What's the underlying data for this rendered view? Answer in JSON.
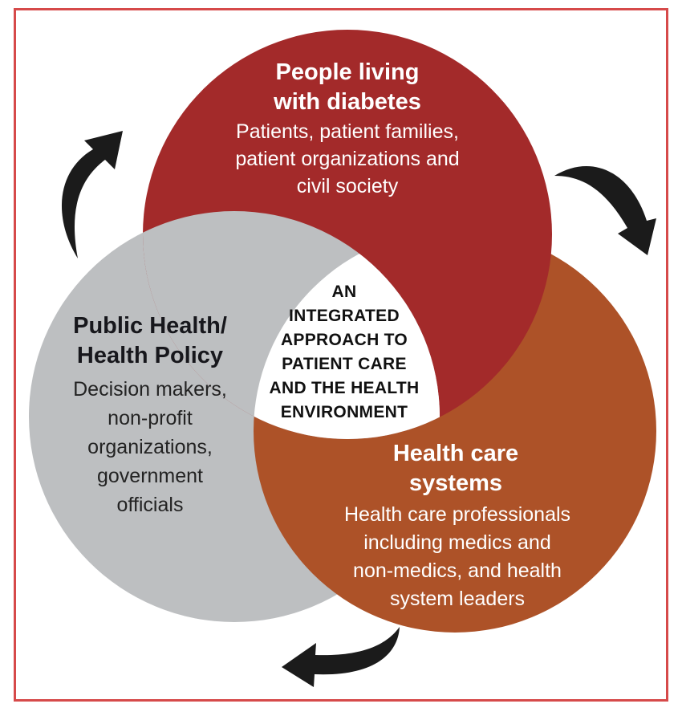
{
  "figure": {
    "border_color": "#d64a4a",
    "background_color": "#ffffff"
  },
  "diagram": {
    "circles": {
      "top": {
        "color": "#a32a2a",
        "title_lines": [
          "People living",
          "with diabetes"
        ],
        "body_lines": [
          "Patients, patient families,",
          "patient organizations and",
          "civil society"
        ]
      },
      "left": {
        "color": "#bdbfc1",
        "title_lines": [
          "Public Health/",
          "Health Policy"
        ],
        "body_lines": [
          "Decision makers,",
          "non-profit",
          "organizations,",
          "government",
          "officials"
        ]
      },
      "right": {
        "color": "#ad5228",
        "title_lines": [
          "Health care",
          "systems"
        ],
        "body_lines": [
          "Health care professionals",
          "including medics and",
          "non-medics, and health",
          "system leaders"
        ]
      }
    },
    "center": {
      "fill": "#ffffff",
      "text_color": "#111111",
      "lines": [
        "AN",
        "INTEGRATED",
        "APPROACH TO",
        "PATIENT CARE",
        "AND THE HEALTH",
        "ENVIRONMENT"
      ]
    },
    "arrows": {
      "color": "#1b1b1b",
      "items": [
        "cycle-arrow-top-left",
        "cycle-arrow-right",
        "cycle-arrow-bottom"
      ]
    }
  }
}
